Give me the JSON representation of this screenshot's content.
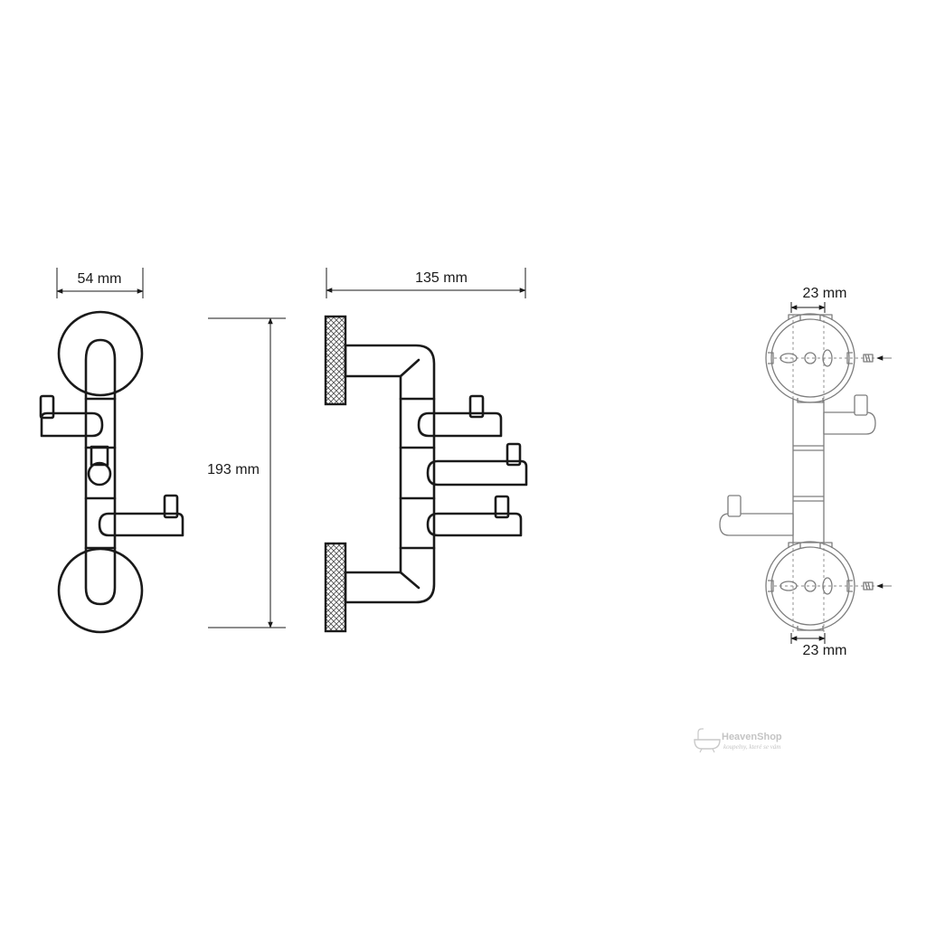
{
  "dimensions": {
    "front_width": "54 mm",
    "side_depth": "135 mm",
    "height": "193 mm",
    "hole_spacing_top": "23 mm",
    "hole_spacing_bottom": "23 mm"
  },
  "watermark": {
    "brand": "HeavenShop",
    "tagline": "koupelny, které se vám"
  },
  "colors": {
    "line": "#1a1a1a",
    "gray_line": "#7d7d7d",
    "hatch": "#555555",
    "watermark": "#c4c4c4"
  }
}
